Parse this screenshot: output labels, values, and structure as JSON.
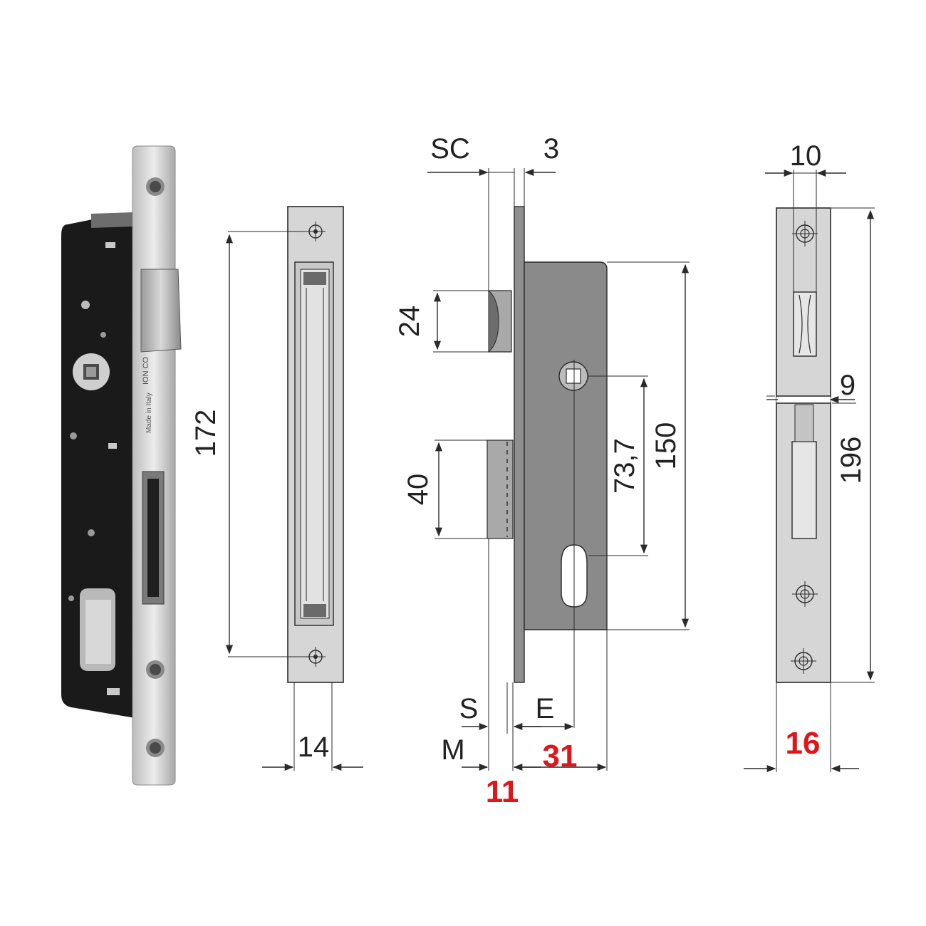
{
  "drawing": {
    "photo": {
      "brand_engraving": "ION CO",
      "face_engraving": "Made in Italy"
    },
    "faceplate_view": {
      "screw_spacing": "172",
      "faceplate_width": "14"
    },
    "side_view": {
      "backset_label_top": "SC",
      "faceplate_thickness": "3",
      "latch_height": "24",
      "bolt_height": "40",
      "spindle_to_cylinder": "73,7",
      "case_height": "150",
      "label_s": "S",
      "label_e": "E",
      "label_m": "M",
      "backset_value": "31",
      "thickness_value": "11"
    },
    "strike_view": {
      "strike_width_top": "10",
      "gap_value": "9",
      "strike_height": "196",
      "strike_width": "16"
    },
    "colors": {
      "accent_red": "#e0161b",
      "case_grey": "#8a8a8a",
      "plate_grey": "#d6d6d6",
      "body_dark": "#1a1a1a"
    }
  }
}
